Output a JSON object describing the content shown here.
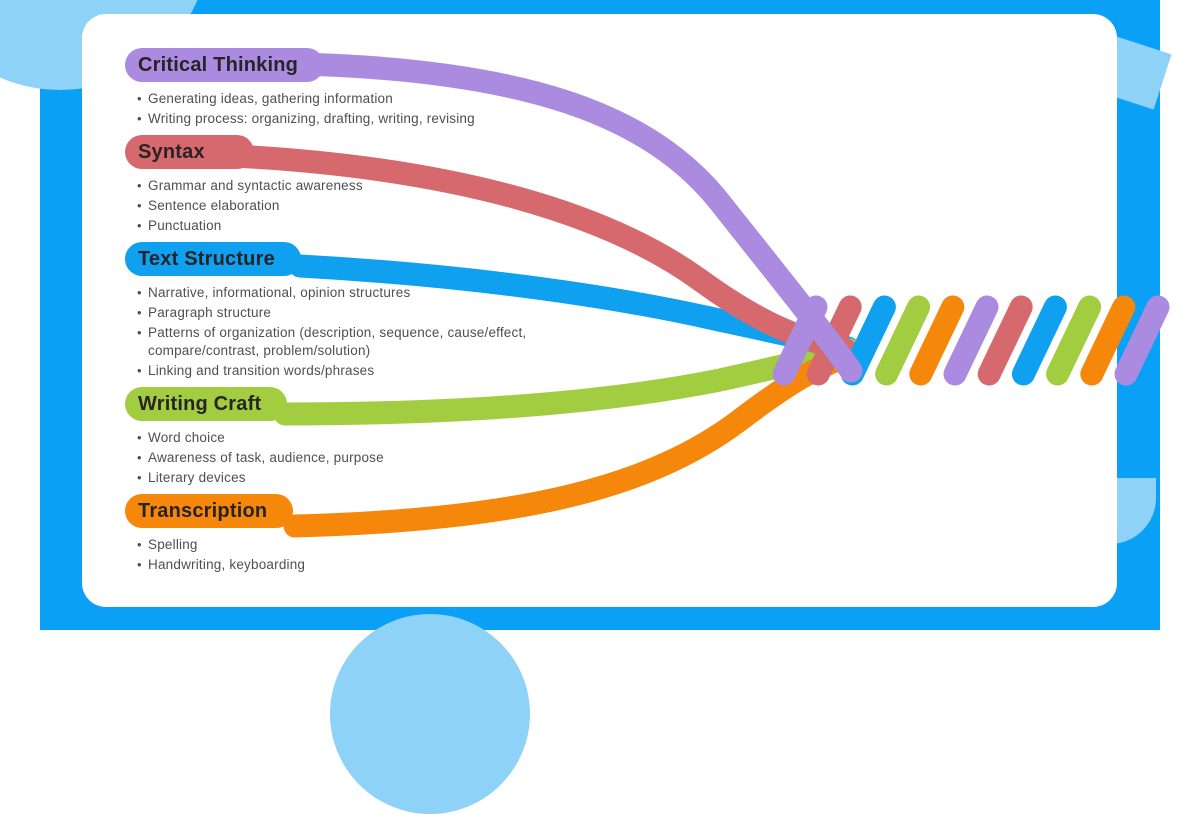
{
  "palette": {
    "frame_blue": "#09A0F6",
    "frame_light_blue": "#8FD2F8",
    "card_white": "#FFFFFF",
    "heading_text": "#272327",
    "bullet_text": "#4F4F52"
  },
  "sections": [
    {
      "id": "critical-thinking",
      "label": "Critical Thinking",
      "color": "#AB8BE0",
      "bullets": [
        "Generating ideas, gathering information",
        "Writing process: organizing, drafting, writing, revising"
      ]
    },
    {
      "id": "syntax",
      "label": "Syntax",
      "color": "#D6696D",
      "bullets": [
        "Grammar and syntactic awareness",
        "Sentence elaboration",
        "Punctuation"
      ]
    },
    {
      "id": "text-structure",
      "label": "Text Structure",
      "color": "#0FA0F0",
      "bullets": [
        "Narrative, informational, opinion structures",
        "Paragraph structure",
        "Patterns of organization (description, sequence, cause/effect, compare/contrast, problem/solution)",
        "Linking and transition words/phrases"
      ]
    },
    {
      "id": "writing-craft",
      "label": "Writing Craft",
      "color": "#A3CD41",
      "bullets": [
        "Word choice",
        "Awareness of task, audience, purpose",
        "Literary devices"
      ]
    },
    {
      "id": "transcription",
      "label": "Transcription",
      "color": "#F5880A",
      "bullets": [
        "Spelling",
        "Handwriting, keyboarding"
      ]
    }
  ],
  "braid": {
    "color_cycle": [
      "#AB8BE0",
      "#D6696D",
      "#0FA0F0",
      "#A3CD41",
      "#F5880A"
    ],
    "capsule_count": 11
  }
}
